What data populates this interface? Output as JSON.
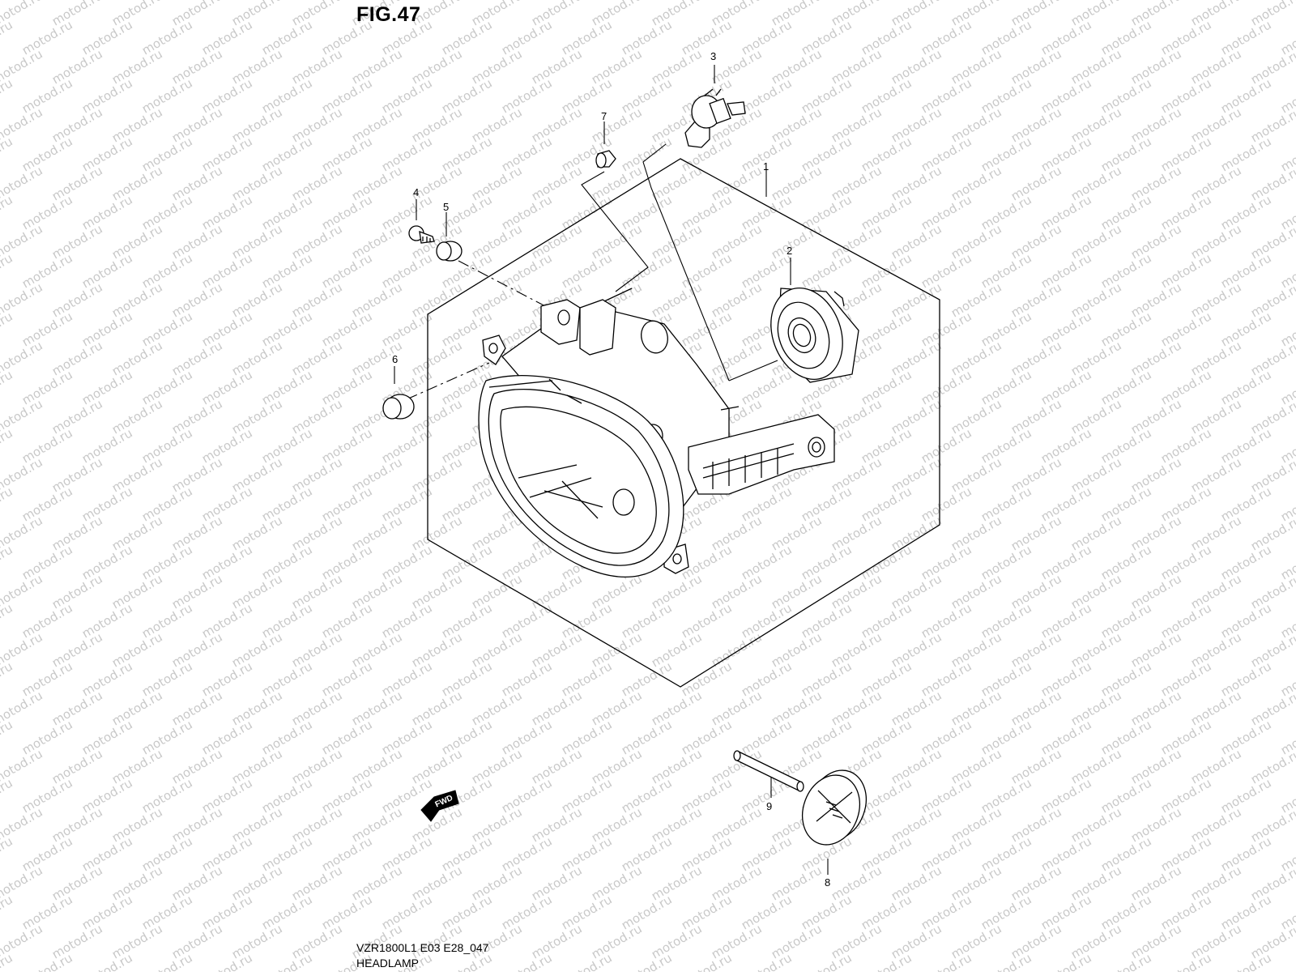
{
  "figure": {
    "title": "FIG.47",
    "model_code": "VZR1800L1 E03 E28_047",
    "name": "HEADLAMP"
  },
  "callouts": [
    "1",
    "2",
    "3",
    "4",
    "5",
    "6",
    "7",
    "8",
    "9"
  ],
  "direction_marker": "FWD",
  "watermark": "motod.ru",
  "colors": {
    "line": "#000000",
    "watermark": "#c9c9c9",
    "background": "#ffffff"
  }
}
